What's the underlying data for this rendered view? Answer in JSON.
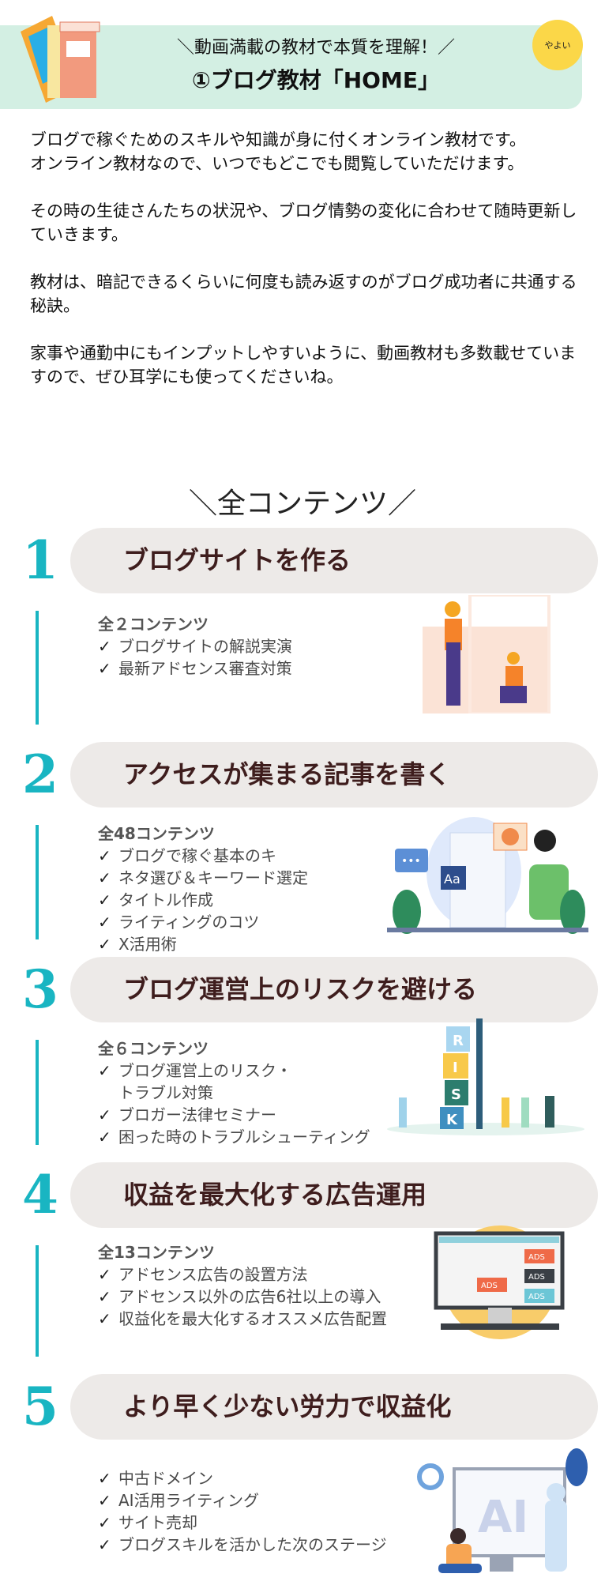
{
  "header": {
    "subtitle": "＼動画満載の教材で本質を理解！／",
    "title": "①ブログ教材「HOME」",
    "badge": "やよい"
  },
  "intro": [
    "ブログで稼ぐためのスキルや知識が身に付くオンライン教材です。\nオンライン教材なので、いつでもどこでも閲覧していただけます。",
    "その時の生徒さんたちの状況や、ブログ情勢の変化に合わせて随時更新していきます。",
    "教材は、暗記できるくらいに何度も読み返すのがブログ成功者に共通する秘訣。",
    "家事や通勤中にもインプットしやすいように、動画教材も多数載せていますので、ぜひ耳学にも使ってくださいね。"
  ],
  "all_contents_heading": "＼全コンテンツ／",
  "check": "✓",
  "sections": [
    {
      "number": "1",
      "title": "ブログサイトを作る",
      "count": "全２コンテンツ",
      "items": [
        "ブログサイトの解説実演",
        "最新アドセンス審査対策"
      ]
    },
    {
      "number": "2",
      "title": "アクセスが集まる記事を書く",
      "count": "全48コンテンツ",
      "items": [
        "ブログで稼ぐ基本のキ",
        "ネタ選び＆キーワード選定",
        "タイトル作成",
        "ライティングのコツ",
        "X活用術"
      ]
    },
    {
      "number": "3",
      "title": "ブログ運営上のリスクを避ける",
      "count": "全６コンテンツ",
      "items": [
        "ブログ運営上のリスク・\nトラブル対策",
        "ブロガー法律セミナー",
        "困った時のトラブルシューティング"
      ]
    },
    {
      "number": "4",
      "title": "収益を最大化する広告運用",
      "count": "全13コンテンツ",
      "items": [
        "アドセンス広告の設置方法",
        "アドセンス以外の広告6社以上の導入",
        "収益化を最大化するオススメ広告配置"
      ]
    },
    {
      "number": "5",
      "title": "より早く少ない労力で収益化",
      "items": [
        "中古ドメイン",
        "AI活用ライティング",
        "サイト売却",
        "ブログスキルを活かした次のステージ"
      ]
    }
  ],
  "illustrations": {
    "risk_letters": [
      "R",
      "I",
      "S",
      "K"
    ],
    "ads_label": "ADS",
    "ai_label": "AI",
    "aa_label": "Aa"
  },
  "colors": {
    "accent": "#19b5c2",
    "hero_bg": "#d3efe3",
    "pill_bg": "#edeae8",
    "badge": "#fbd748",
    "title_text": "#3e1d1d"
  }
}
